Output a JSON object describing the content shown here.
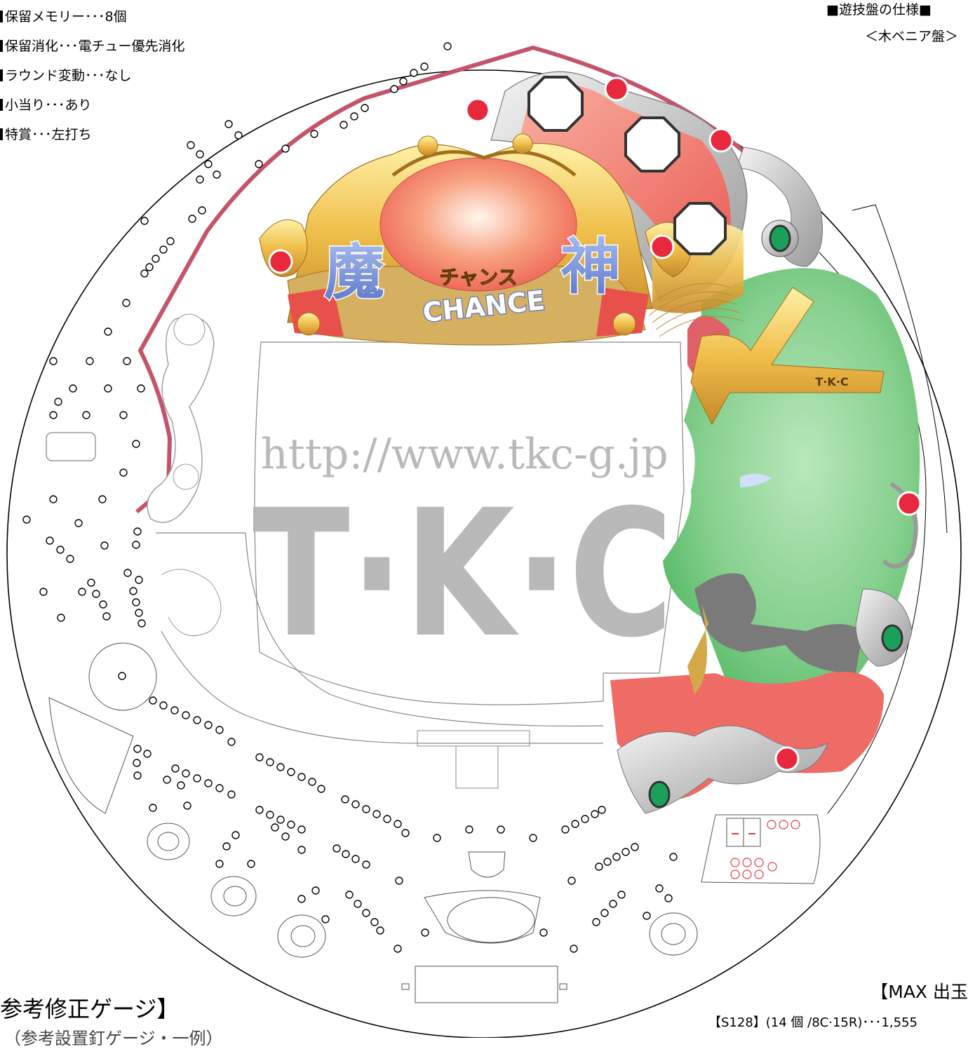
{
  "specs": {
    "items": [
      "保留メモリー･･･8個",
      "保留消化･･･電チュー優先消化",
      "ラウンド変動･･･なし",
      "小当り･･･あり",
      "特賞･･･左打ち"
    ]
  },
  "header": {
    "spec_title": "■遊技盤の仕様■",
    "board_type": "＜木ベニア盤＞"
  },
  "logo": {
    "main_left": "魔",
    "main_right": "神",
    "ruby": "チャンス",
    "english": "CHANCE"
  },
  "character": {
    "badge": "T·K·C"
  },
  "watermark": {
    "url": "http://www.tkc-g.jp",
    "brand": "T·K·C"
  },
  "footer": {
    "gauge_title": "参考修正ゲージ】",
    "gauge_subtitle": "（参考設置釘ゲージ・一例）",
    "max_title": "【MAX 出玉",
    "max_line": "【S128】(14 個 /8C·15R)･･･1,555"
  },
  "colors": {
    "rail": "#c4546a",
    "gold": "#e8b84a",
    "red_dome": "#f07060",
    "face_green": "#7fd08a",
    "silver": "#c8c8c8",
    "watermark": "#b4b4b4"
  },
  "icons": [
    "nail-pin",
    "jewel-octagon",
    "red-gem",
    "green-gem"
  ]
}
